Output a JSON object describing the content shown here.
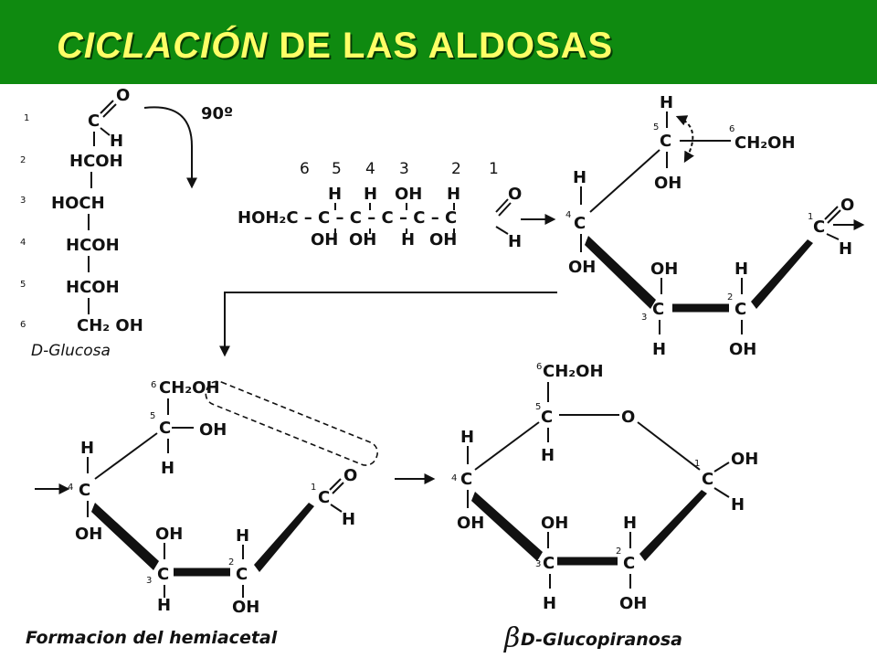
{
  "slide": {
    "title_italic": "CICLACIÓN",
    "title_rest": " DE LAS ALDOSAS",
    "colors": {
      "header_bg": "#0f8a10",
      "title_text": "#ffff66"
    }
  },
  "fischer": {
    "numbers": [
      "1",
      "2",
      "3",
      "4",
      "5",
      "6"
    ],
    "c1_c": "C",
    "c1_o": "O",
    "c1_h": "H",
    "groups": [
      "HCOH",
      "HOCH",
      "HCOH",
      "HCOH",
      "CH₂ OH"
    ],
    "caption": "D-Glucosa",
    "rotation_label": "90º"
  },
  "linear": {
    "numbers": [
      "6",
      "5",
      "4",
      "3",
      "2",
      "1"
    ],
    "top_h": [
      "H",
      "H",
      "OH",
      "H"
    ],
    "backbone": "HOH₂C – C – C – C – C – C",
    "bottom": [
      "OH",
      "OH",
      "H",
      "OH",
      "H"
    ],
    "carbonyl_o": "O"
  },
  "open_ring": {
    "c5_h": "H",
    "c5_oh": "OH",
    "c6": "CH₂OH",
    "c4_h": "H",
    "c4_oh": "OH",
    "c1_o": "O",
    "c1_h": "H",
    "c3_oh": "OH",
    "c3_h": "H",
    "c2_h": "H",
    "c2_oh": "OH"
  },
  "hemiacetal": {
    "c6": "CH₂OH",
    "c5_oh": "OH",
    "c5_h": "H",
    "c4_h": "H",
    "c4_oh": "OH",
    "c3_oh": "OH",
    "c3_h": "H",
    "c2_h": "H",
    "c2_oh": "OH",
    "c1_o": "O",
    "c1_h": "H",
    "caption": "Formacion del hemiacetal"
  },
  "pyranose": {
    "c6": "CH₂OH",
    "ring_o": "O",
    "c5_h": "H",
    "c4_h": "H",
    "c4_oh": "OH",
    "c1_oh": "OH",
    "c1_h": "H",
    "c3_oh": "OH",
    "c3_h": "H",
    "c2_h": "H",
    "c2_oh": "OH",
    "caption_beta": "β",
    "caption_rest": "D-Glucopiranosa"
  }
}
